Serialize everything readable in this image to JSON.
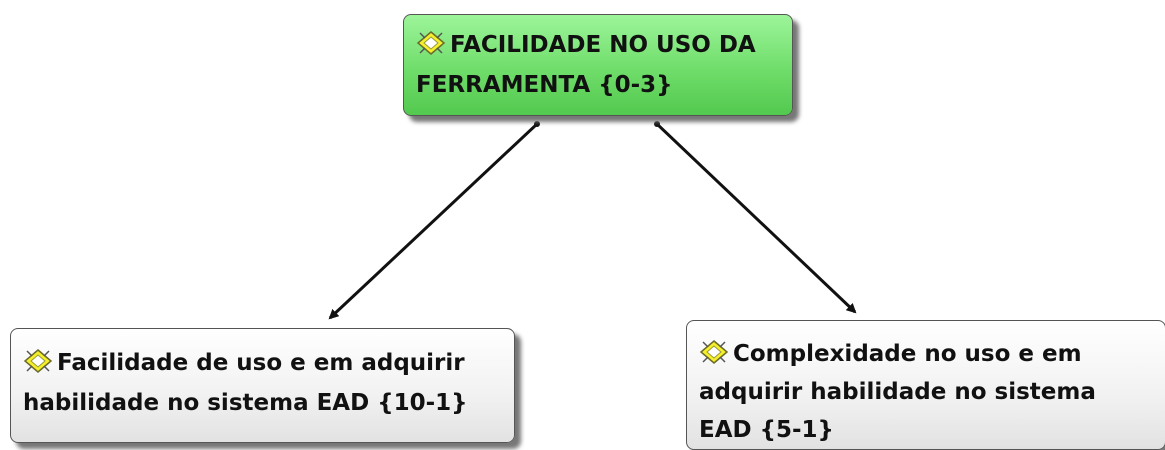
{
  "diagram": {
    "root": {
      "label": "FACILIDADE NO USO DA FERRAMENTA {0-3}",
      "icon": "concept-diamond-icon"
    },
    "children": [
      {
        "label": "Facilidade de uso e em adquirir habilidade no sistema EAD {10-1}",
        "icon": "concept-diamond-icon"
      },
      {
        "label": "Complexidade no uso e em adquirir habilidade no sistema EAD {5-1}",
        "icon": "concept-diamond-icon"
      }
    ]
  },
  "colors": {
    "root_fill": "#6fdd6a",
    "child_fill": "#f1f1f1",
    "arrow": "#111111",
    "icon_yellow": "#f5f02a"
  }
}
